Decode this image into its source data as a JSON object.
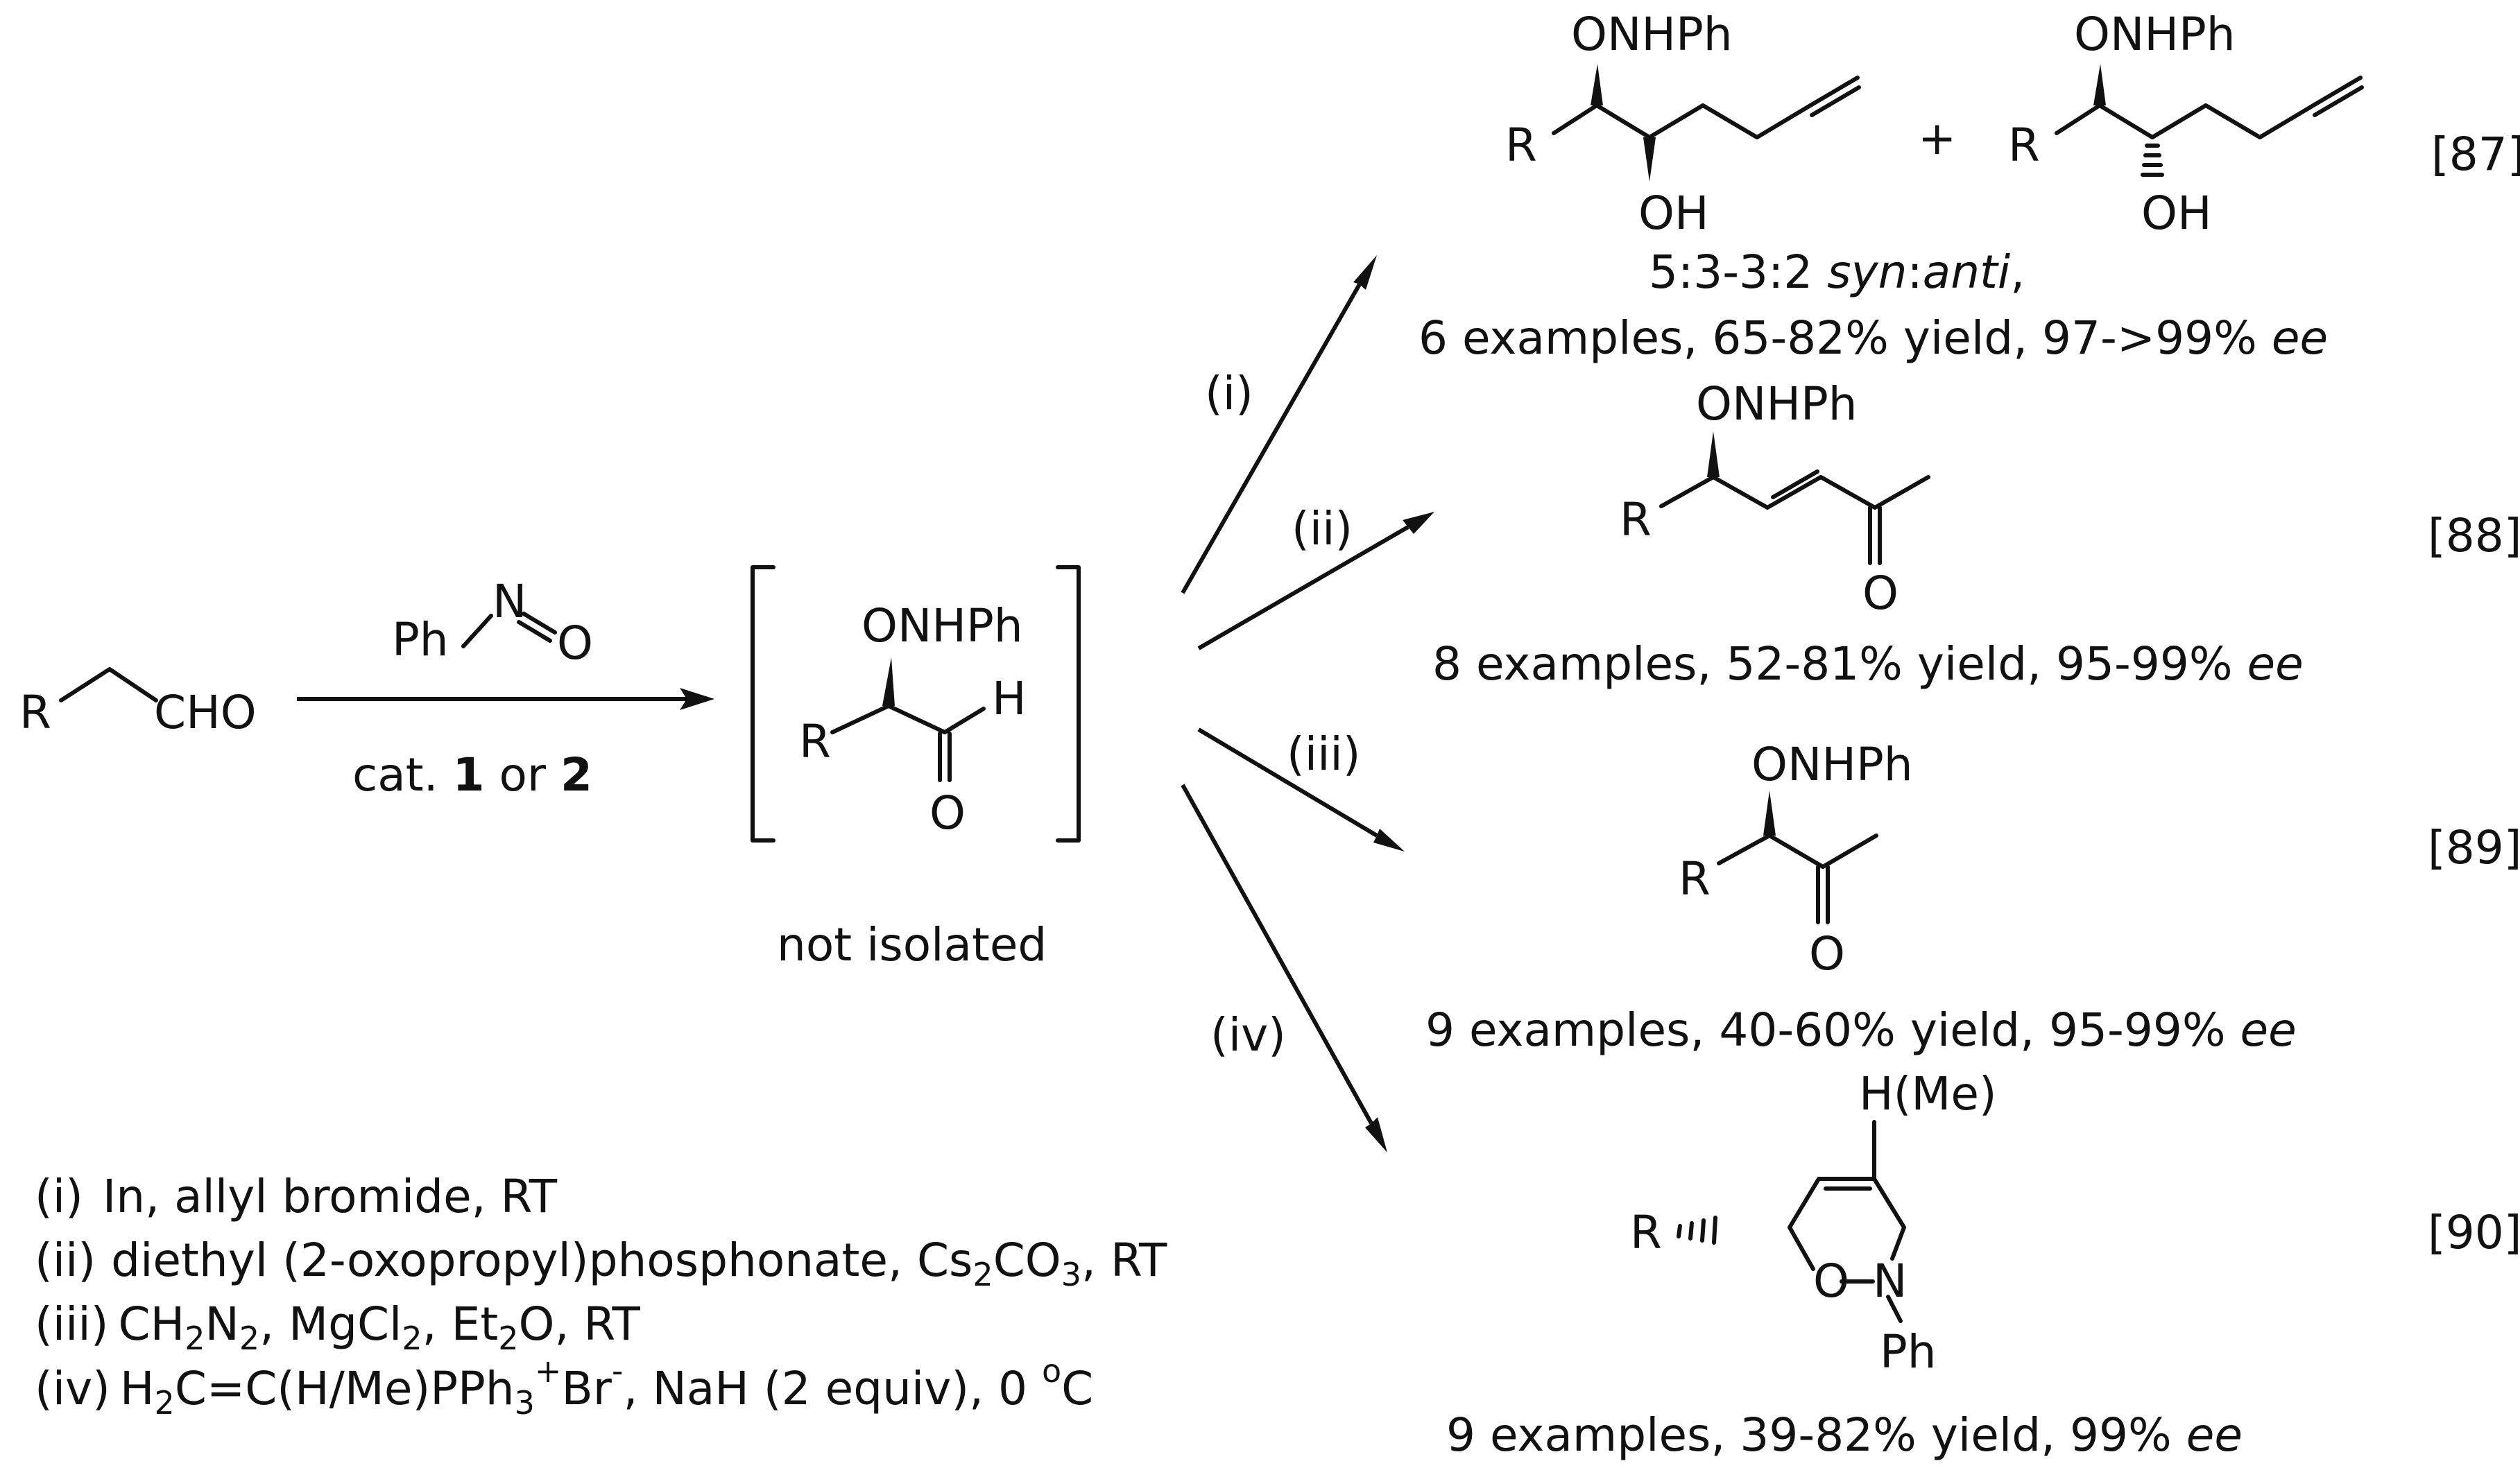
{
  "reactant": {
    "r": "R",
    "cho": "CHO"
  },
  "reagent": {
    "ph": "Ph",
    "n": "N",
    "o": "O"
  },
  "conditions": {
    "cat_prefix": "cat. ",
    "cat1": "1",
    "cat_or": " or ",
    "cat2": "2"
  },
  "intermediate": {
    "onhph": "ONHPh",
    "r": "R",
    "h": "H",
    "o": "O",
    "note": "not isolated"
  },
  "steps": [
    "(i)",
    "(ii)",
    "(iii)",
    "(iv)"
  ],
  "products": {
    "p87": {
      "left": {
        "onhph": "ONHPh",
        "r": "R",
        "oh": "OH"
      },
      "plus": "+",
      "right": {
        "onhph": "ONHPh",
        "r": "R",
        "oh": "OH"
      },
      "ratio_prefix": "5:3-3:2 ",
      "ratio_syn": "syn",
      "ratio_colon": ":",
      "ratio_anti": "anti",
      "ratio_suffix": ",",
      "summary_text": "6 examples, 65-82% yield,  97->99% ",
      "summary_ee": "ee",
      "ref": "[87]"
    },
    "p88": {
      "onhph": "ONHPh",
      "r": "R",
      "o": "O",
      "summary_text": "8 examples, 52-81% yield, 95-99% ",
      "summary_ee": "ee",
      "ref": "[88]"
    },
    "p89": {
      "onhph": "ONHPh",
      "r": "R",
      "o": "O",
      "summary_text": "9 examples, 40-60% yield, 95-99% ",
      "summary_ee": "ee",
      "ref": "[89]"
    },
    "p90": {
      "hme": "H(Me)",
      "r": "R",
      "o": "O",
      "n": "N",
      "ph": "Ph",
      "summary_text": "9 examples, 39-82% yield, 99% ",
      "summary_ee": "ee",
      "ref": "[90]"
    }
  },
  "legend": {
    "i": {
      "label": "(i)",
      "text": "In, allyl bromide, RT"
    },
    "ii": {
      "label": "(ii)",
      "t1": "diethyl (2-oxopropyl)phosphonate, Cs",
      "s1": "2",
      "t2": "CO",
      "s2": "3",
      "t3": ", RT"
    },
    "iii": {
      "label": "(iii)",
      "t1": "CH",
      "s1": "2",
      "t2": "N",
      "s2": "2",
      "t3": ", MgCl",
      "s3": "2",
      "t4": ", Et",
      "s4": "2",
      "t5": "O, RT"
    },
    "iv": {
      "label": "(iv)",
      "t1": "H",
      "s1": "2",
      "t2": "C=C(H/Me)PPh",
      "s2": "3",
      "sup_plus": "+",
      "t3": "Br",
      "sup_minus": "-",
      "t4": ", NaH (2 equiv), 0 ",
      "sup_o": "o",
      "t5": "C"
    }
  }
}
